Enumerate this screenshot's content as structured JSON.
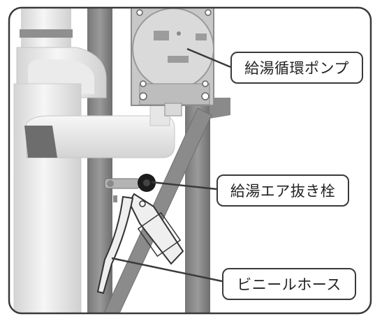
{
  "labels": {
    "pump": "給湯循環ポンプ",
    "air_vent_plug": "給湯エア抜き栓",
    "vinyl_hose": "ビニールホース"
  },
  "colors": {
    "frame": "#3a3a3a",
    "pipe": "#ececec",
    "post": "#8a8a8a",
    "pump_body": "#d4d4d4",
    "knob": "#1c1c1c"
  }
}
